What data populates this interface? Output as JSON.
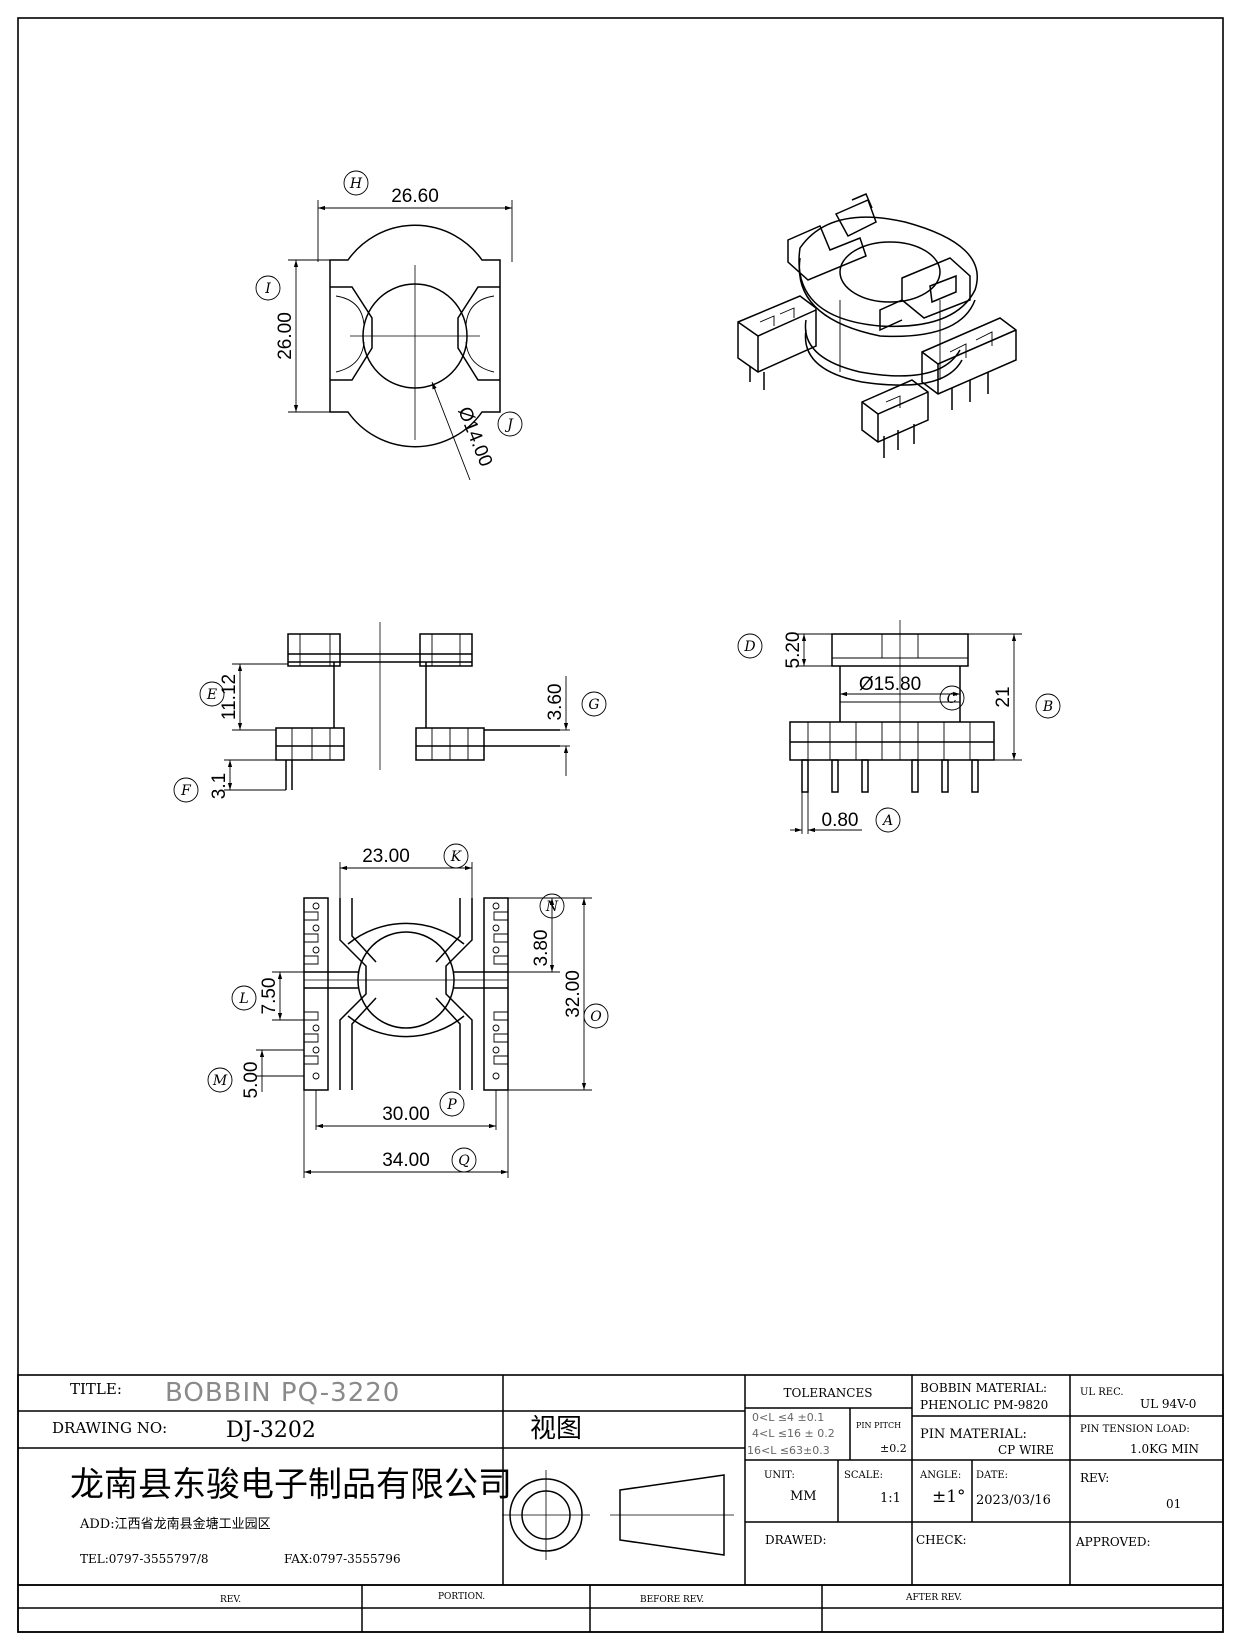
{
  "dimensions": {
    "h": {
      "value": "26.60",
      "label": "H"
    },
    "i": {
      "value": "26.00",
      "label": "I"
    },
    "j": {
      "value": "Ø14.00",
      "label": "J"
    },
    "e": {
      "value": "11.12",
      "label": "E"
    },
    "g": {
      "value": "3.60",
      "label": "G"
    },
    "f": {
      "value": "3.1",
      "label": "F"
    },
    "d": {
      "value": "5.20",
      "label": "D"
    },
    "c": {
      "value": "Ø15.80",
      "label": "C"
    },
    "b": {
      "value": "21",
      "label": "B"
    },
    "a": {
      "value": "0.80",
      "label": "A"
    },
    "k": {
      "value": "23.00",
      "label": "K"
    },
    "n": {
      "value": "3.80",
      "label": "N"
    },
    "o": {
      "value": "32.00",
      "label": "O"
    },
    "l": {
      "value": "7.50",
      "label": "L"
    },
    "m": {
      "value": "5.00",
      "label": "M"
    },
    "p": {
      "value": "30.00",
      "label": "P"
    },
    "q": {
      "value": "34.00",
      "label": "Q"
    }
  },
  "title_block": {
    "title_label": "TITLE:",
    "title_value": "BOBBIN PQ-3220",
    "drawing_no_label": "DRAWING NO:",
    "drawing_no_value": "DJ-3202",
    "view_label": "视图",
    "company": "龙南县东骏电子制品有限公司",
    "address": "ADD:江西省龙南县金塘工业园区",
    "tel": "TEL:0797-3555797/8",
    "fax": "FAX:0797-3555796",
    "tolerances_label": "TOLERANCES",
    "tol_line1": "0<L ≤4 ±0.1",
    "tol_line2": "4<L ≤16 ± 0.2",
    "tol_line3": "16<L ≤63±0.3",
    "pin_pitch_label": "PIN PITCH",
    "pin_pitch_value": "±0.2",
    "unit_label": "UNIT:",
    "unit_value": "MM",
    "scale_label": "SCALE:",
    "scale_value": "1:1",
    "angle_label": "ANGLE:",
    "angle_value": "±1°",
    "date_label": "DATE:",
    "date_value": "2023/03/16",
    "bobbin_material_label": "BOBBIN MATERIAL:",
    "bobbin_material_value": "PHENOLIC  PM-9820",
    "pin_material_label": "PIN MATERIAL:",
    "pin_material_value": "CP WIRE",
    "ul_rec_label": "UL REC.",
    "ul_rec_value": "UL  94V-0",
    "pin_tension_label": "PIN TENSION LOAD:",
    "pin_tension_value": "1.0KG MIN",
    "rev_label": "REV:",
    "rev_value": "01",
    "drawed_label": "DRAWED:",
    "check_label": "CHECK:",
    "approved_label": "APPROVED:",
    "footer_rev": "REV.",
    "footer_portion": "PORTION.",
    "footer_before": "BEFORE REV.",
    "footer_after": "AFTER REV."
  }
}
